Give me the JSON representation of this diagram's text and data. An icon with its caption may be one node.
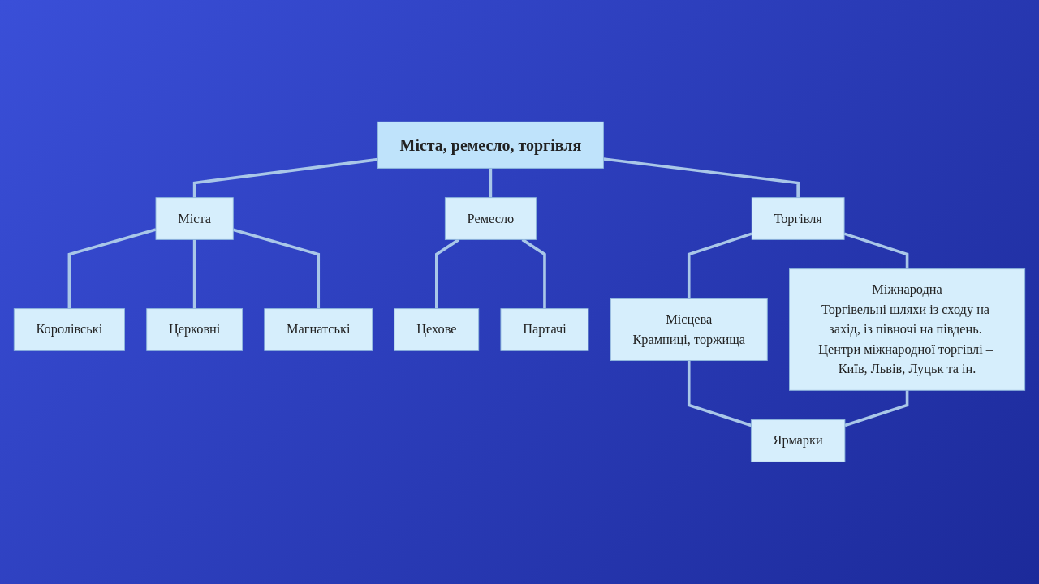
{
  "diagram": {
    "nodes": [
      {
        "text": [
          "Міста, ремесло, торгівля"
        ]
      },
      {
        "text": [
          "Міста"
        ]
      },
      {
        "text": [
          "Ремесло"
        ]
      },
      {
        "text": [
          "Торгівля"
        ]
      },
      {
        "text": [
          "Королівські"
        ]
      },
      {
        "text": [
          "Церковні"
        ]
      },
      {
        "text": [
          "Магнатські"
        ]
      },
      {
        "text": [
          "Цехове"
        ]
      },
      {
        "text": [
          "Партачі"
        ]
      },
      {
        "text": [
          "Місцева",
          "Крамниці, торжища"
        ]
      },
      {
        "text": [
          "Міжнародна",
          "Торгівельні шляхи із сходу на захід, із півночі на південь. Центри міжнародної торгівлі – Київ, Львів, Луцьк та ін."
        ]
      },
      {
        "text": [
          "Ярмарки"
        ]
      }
    ],
    "edges": [
      {
        "from": 0,
        "to": 1,
        "arrow": "none"
      },
      {
        "from": 0,
        "to": 2,
        "arrow": "none"
      },
      {
        "from": 0,
        "to": 3,
        "arrow": "none"
      },
      {
        "from": 1,
        "to": 4,
        "arrow": "none"
      },
      {
        "from": 1,
        "to": 5,
        "arrow": "none"
      },
      {
        "from": 1,
        "to": 6,
        "arrow": "none"
      },
      {
        "from": 2,
        "to": 7,
        "arrow": "none"
      },
      {
        "from": 2,
        "to": 8,
        "arrow": "none"
      },
      {
        "from": 3,
        "to": 9,
        "arrow": "none"
      },
      {
        "from": 3,
        "to": 10,
        "arrow": "none"
      },
      {
        "from": 9,
        "to": 11,
        "arrow": "none"
      },
      {
        "from": 10,
        "to": 11,
        "arrow": "none"
      }
    ]
  }
}
